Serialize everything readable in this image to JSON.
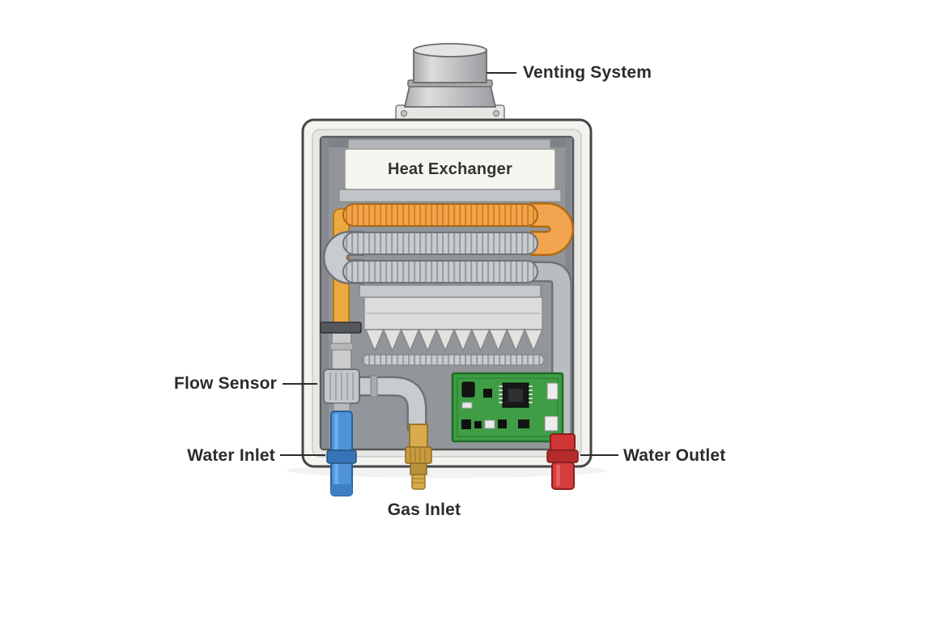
{
  "diagram": {
    "type": "labeled-diagram",
    "subject": "Tankless gas water heater cutaway",
    "labels": {
      "venting_system": "Venting System",
      "heat_exchanger": "Heat Exchanger",
      "flow_sensor": "Flow Sensor",
      "water_inlet": "Water Inlet",
      "gas_inlet": "Gas Inlet",
      "water_outlet": "Water Outlet"
    },
    "colors": {
      "cabinet_body": "#f3f3f0",
      "cabinet_interior": "#92959a",
      "coil_orange": "#f2a44e",
      "coil_gray": "#c9cccf",
      "pipe_yellow": "#eda93f",
      "water_inlet_blue": "#4f94d8",
      "gas_inlet_brass": "#d8ab4c",
      "water_outlet_red": "#d63c3c",
      "pcb_green": "#3f9e45",
      "label_text": "#2b2b2b"
    }
  }
}
